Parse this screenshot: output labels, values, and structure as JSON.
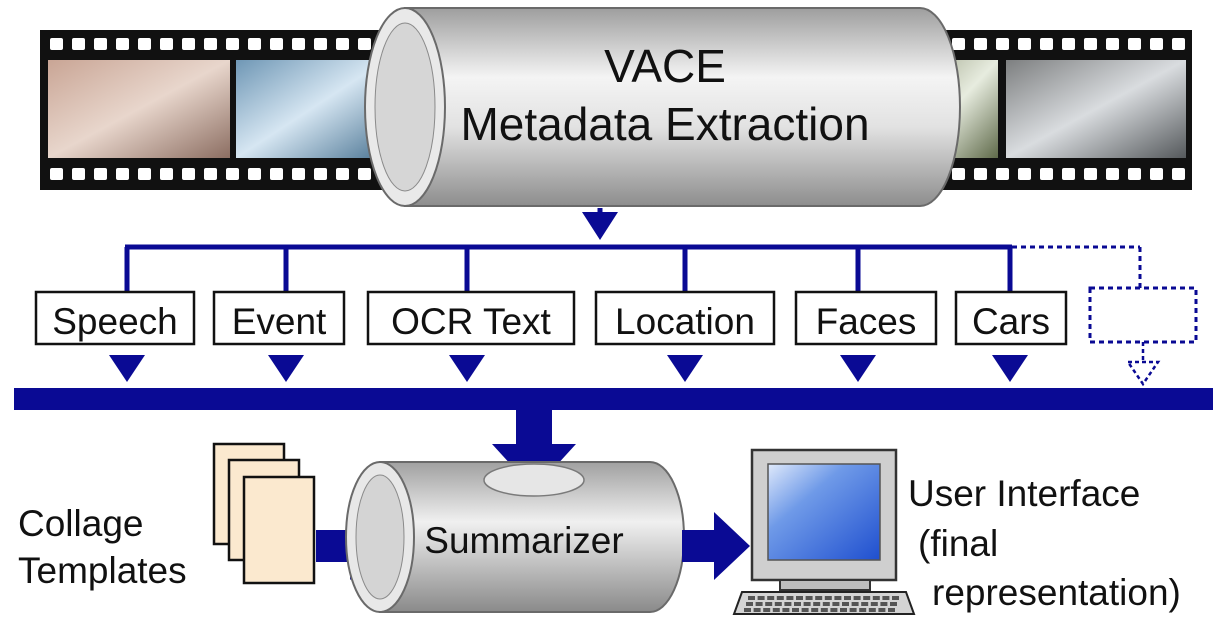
{
  "title": {
    "line1": "VACE",
    "line2": "Metadata Extraction"
  },
  "extractors": [
    {
      "label": "Speech"
    },
    {
      "label": "Event"
    },
    {
      "label": "OCR Text"
    },
    {
      "label": "Location"
    },
    {
      "label": "Faces"
    },
    {
      "label": "Cars"
    }
  ],
  "placeholder_extractor": {
    "label": ""
  },
  "summarizer": {
    "label": "Summarizer"
  },
  "collage": {
    "line1": "Collage",
    "line2": "Templates"
  },
  "user_interface": {
    "line1": "User Interface",
    "line2": "(final",
    "line3": "representation)"
  },
  "colors": {
    "connector": "#0a0a94",
    "cylinder_light": "#f2f2f2",
    "cylinder_dark": "#a8a8a8",
    "film": "#111111",
    "template": "#fbe9cf",
    "screen": "#4a7fe0"
  },
  "icons": [
    "film-strip-icon",
    "document-stack-icon",
    "computer-icon",
    "keyboard-icon"
  ]
}
